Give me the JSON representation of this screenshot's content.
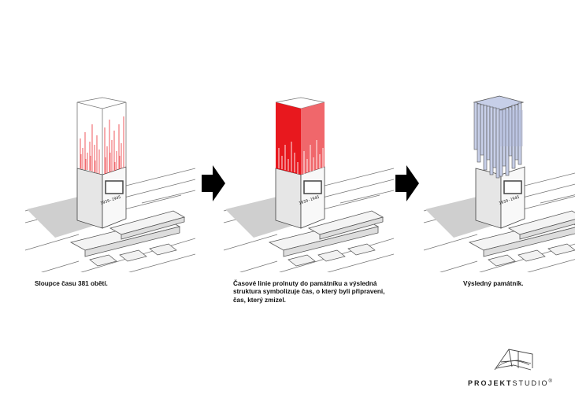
{
  "captions": {
    "step1": "Sloupce času 381 obětí.",
    "step2_line1": "Časové linie prolnuty do památníku a výsledná",
    "step2_line2": "struktura symbolizuje čas, o který byli připraveni,",
    "step2_line3": "čas, který zmizel.",
    "step3": "Výsledný památník."
  },
  "logo": {
    "bold": "PROJEKT",
    "light": "STUDIO",
    "mark": "®"
  },
  "colors": {
    "red": "#e8181e",
    "light_red": "#f0676b",
    "blue": "#c7cfe8",
    "blue_dark": "#a9b3d8",
    "line": "#555555",
    "shadow": "#d0d0d0"
  },
  "icons": [
    "right-arrow-icon",
    "logo-icon"
  ]
}
